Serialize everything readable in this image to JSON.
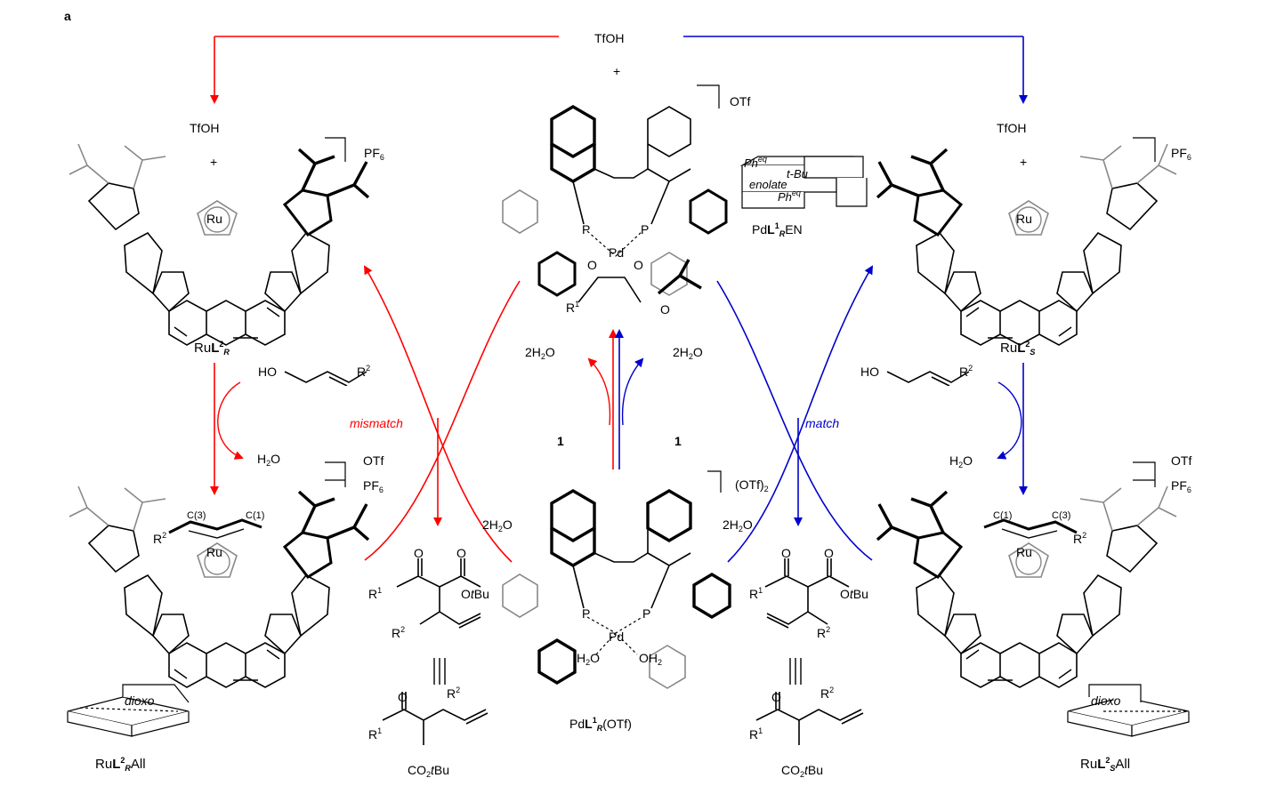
{
  "panel_label": "a",
  "colors": {
    "mismatch": "#ff0000",
    "match": "#0000cc",
    "ligand_gray": "#888888"
  },
  "reagents": {
    "tfoh_top": "TfOH",
    "plus_top": "+",
    "tfoh_left": "TfOH",
    "plus_left": "+",
    "tfoh_right": "TfOH",
    "plus_right": "+",
    "allyl_alcohol_left": {
      "ho": "HO",
      "r": "R",
      "sup": "2"
    },
    "allyl_alcohol_right": {
      "ho": "HO",
      "r": "R",
      "sup": "2"
    },
    "water_left": {
      "pre": "H",
      "sub": "2",
      "post": "O"
    },
    "water_right": {
      "pre": "H",
      "sub": "2",
      "post": "O"
    },
    "water2_center_left": {
      "pre": "2H",
      "sub": "2",
      "post": "O"
    },
    "water2_center_right": {
      "pre": "2H",
      "sub": "2",
      "post": "O"
    },
    "water2_low_left": {
      "pre": "2H",
      "sub": "2",
      "post": "O"
    },
    "water2_low_right": {
      "pre": "2H",
      "sub": "2",
      "post": "O"
    },
    "substrate_left": "1",
    "substrate_right": "1"
  },
  "arrow_labels": {
    "mismatch": "mismatch",
    "match": "match"
  },
  "complexes": {
    "ru_top_left": {
      "pre": "Ru",
      "L": "L",
      "sup": "2",
      "sub": "R",
      "counterion_pre": "PF",
      "counterion_sub": "6",
      "metal": "Ru"
    },
    "ru_top_right": {
      "pre": "Ru",
      "L": "L",
      "sup": "2",
      "sub": "S",
      "counterion_pre": "PF",
      "counterion_sub": "6",
      "metal": "Ru"
    },
    "ru_bottom_left": {
      "pre": "Ru",
      "L": "L",
      "sup": "2",
      "sub": "R",
      "post": "All",
      "counterion1": "OTf",
      "counterion2_pre": "PF",
      "counterion2_sub": "6",
      "c3": "C(3)",
      "c1": "C(1)",
      "r": "R",
      "r_sup": "2",
      "metal": "Ru"
    },
    "ru_bottom_right": {
      "pre": "Ru",
      "L": "L",
      "sup": "2",
      "sub": "S",
      "post": "All",
      "counterion1": "OTf",
      "counterion2_pre": "PF",
      "counterion2_sub": "6",
      "c1": "C(1)",
      "c3": "C(3)",
      "r": "R",
      "r_sup": "2",
      "metal": "Ru"
    },
    "pd_enolate": {
      "counterion": "OTf",
      "p_left": "P",
      "p_right": "P",
      "metal": "Pd",
      "o_left": "O",
      "o_right": "O",
      "o_ester": "O",
      "r": "R",
      "r_sup": "1"
    },
    "pd_aqua": {
      "pre": "Pd",
      "L": "L",
      "sup": "1",
      "sub": "R",
      "post": "(OTf)",
      "counterion_pre": "(OTf)",
      "counterion_sub": "2",
      "p_left": "P",
      "p_right": "P",
      "metal": "Pd",
      "h2o_left": {
        "pre": "H",
        "sub": "2",
        "post": "O"
      },
      "oh2_right": {
        "pre": "OH",
        "sub": "2"
      }
    }
  },
  "quadrant_models": {
    "pd_enolate_model": {
      "ph_top": "Ph",
      "eq_top": "eq",
      "tbu": "t-Bu",
      "enolate": "enolate",
      "ph_bottom": "Ph",
      "eq_bottom": "eq",
      "caption_pre": "Pd",
      "caption_L": "L",
      "caption_sup": "1",
      "caption_sub": "R",
      "caption_post": "EN"
    },
    "ru_left_model": {
      "text": "dioxo"
    },
    "ru_right_model": {
      "text": "dioxo"
    }
  },
  "products": {
    "left": {
      "o_ketone": "O",
      "o_ester": "O",
      "r1": "R",
      "r1_sup": "1",
      "otbu_pre": "O",
      "otbu_it": "t",
      "otbu_post": "Bu",
      "r2": "R",
      "r2_sup": "2",
      "equiv": "|||",
      "o2": "O",
      "r2b": "R",
      "r2b_sup": "2",
      "r1b": "R",
      "r1b_sup": "1",
      "co2_pre": "CO",
      "co2_sub": "2",
      "co2_it": "t",
      "co2_post": "Bu"
    },
    "right": {
      "o_ketone": "O",
      "o_ester": "O",
      "r1": "R",
      "r1_sup": "1",
      "otbu_pre": "O",
      "otbu_it": "t",
      "otbu_post": "Bu",
      "r2": "R",
      "r2_sup": "2",
      "equiv": "|||",
      "o2": "O",
      "r2b": "R",
      "r2b_sup": "2",
      "r1b": "R",
      "r1b_sup": "1",
      "co2_pre": "CO",
      "co2_sub": "2",
      "co2_it": "t",
      "co2_post": "Bu"
    }
  }
}
